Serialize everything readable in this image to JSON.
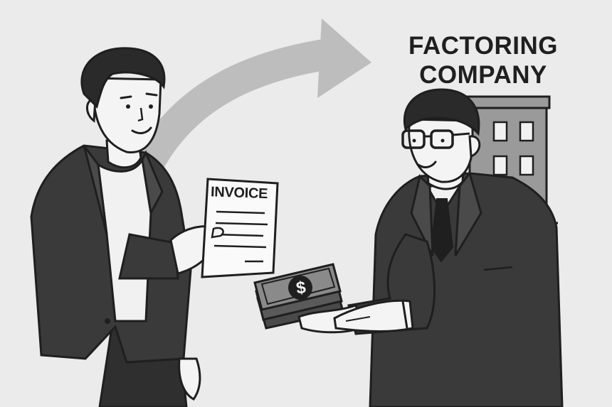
{
  "sign": {
    "line1": "FACTORING",
    "line2": "COMPANY"
  },
  "invoice": {
    "title": "INVOICE"
  },
  "cash": {
    "symbol": "$"
  },
  "colors": {
    "background": "#ebebeb",
    "ink": "#1f1f1f",
    "suit": "#3a3a3a",
    "arrow": "#bdbdbd",
    "building": "#9a9a9a",
    "paper": "#fafafa",
    "skin": "#f4f4f4"
  }
}
